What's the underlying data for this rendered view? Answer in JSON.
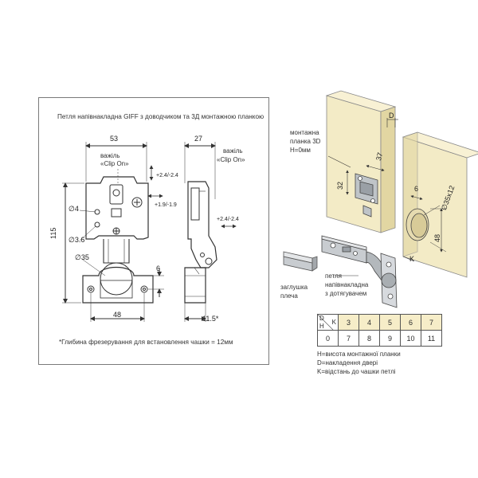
{
  "left_panel": {
    "title": "Петля напівнакладна GIFF з доводчиком та 3Д монтажною планкою",
    "front_view": {
      "dim_width_top": "53",
      "lever_label_1": "важіль",
      "lever_label_2": "«Clip On»",
      "adj_1": "+2.4/-2.4",
      "adj_2": "+1.9/-1.9",
      "hole_1": "∅4",
      "hole_2": "∅3.6",
      "cup": "∅35",
      "dim_height": "115",
      "dim_offset": "6",
      "dim_width_bottom": "48"
    },
    "side_view": {
      "dim_width_top": "27",
      "lever_label_1": "важіль",
      "lever_label_2": "«Clip On»",
      "adj_3": "+2.4/-2.4",
      "dim_depth": "11.5*"
    },
    "footnote": "*Глибина фрезерування для встановлення чашки = 12мм"
  },
  "right_panel": {
    "mount_label_1": "монтажна",
    "mount_label_2": "планка 3D",
    "mount_label_3": "H=0мм",
    "dim_d": "D",
    "dim_37": "37",
    "dim_32": "32",
    "dim_6": "6",
    "dim_cup": "∅35x12",
    "dim_48": "48",
    "dim_k": "K",
    "cap_label_1": "заглушка",
    "cap_label_2": "плеча",
    "hinge_label_1": "петля",
    "hinge_label_2": "напівнакладна",
    "hinge_label_3": "з дотягувачем"
  },
  "table": {
    "corner_d": "D",
    "corner_k": "K",
    "corner_h": "H",
    "k_values": [
      "3",
      "4",
      "5",
      "6",
      "7"
    ],
    "h0": "0",
    "d_values": [
      "7",
      "8",
      "9",
      "10",
      "11"
    ]
  },
  "legend": {
    "line_1": "H=висота монтажної планки",
    "line_2": "D=накладення двері",
    "line_3": "K=відстань до чашки петлі"
  },
  "colors": {
    "wood": "#f3ebc6",
    "wood_edge": "#e2d6a2",
    "metal": "#9aa0a6",
    "line": "#333333"
  }
}
